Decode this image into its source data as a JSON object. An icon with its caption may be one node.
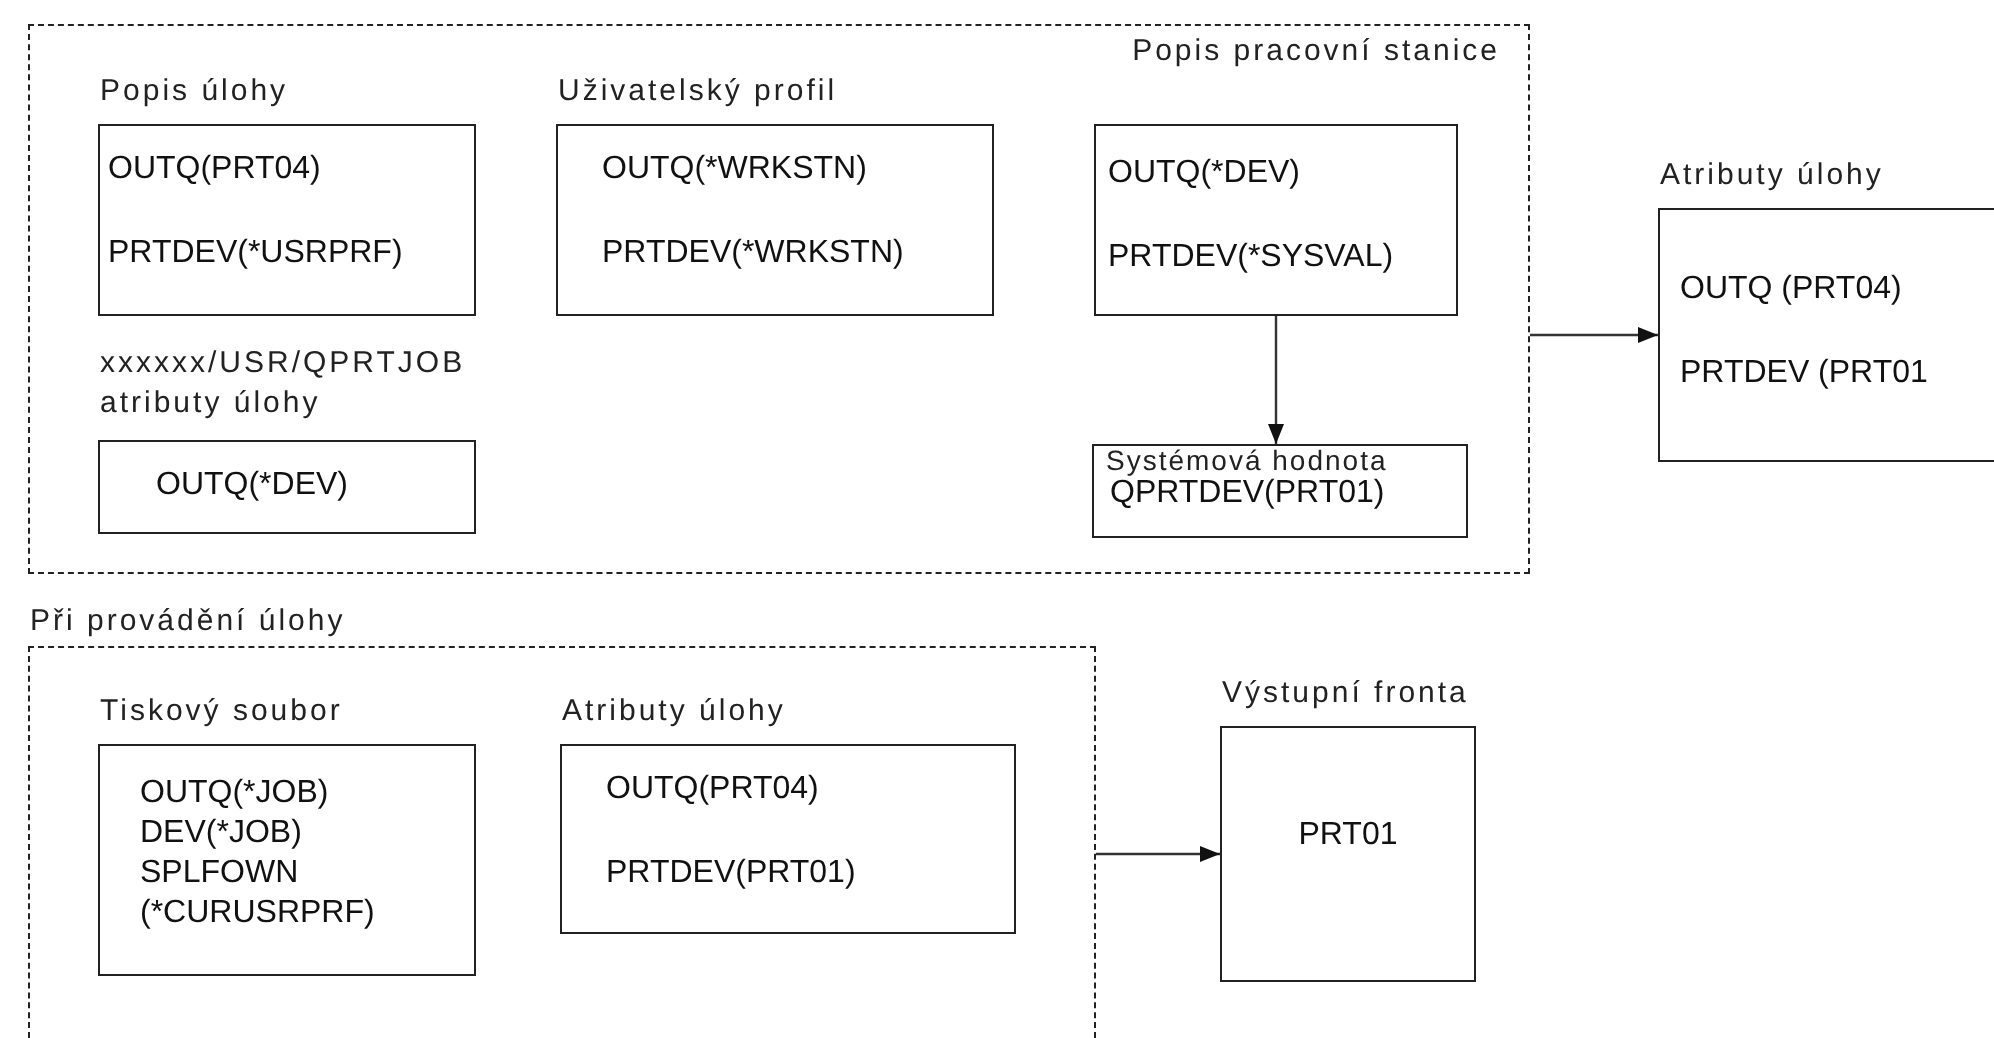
{
  "diagram": {
    "nodes": [
      {
        "text": [
          "Popis pracovní stanice"
        ]
      },
      {
        "text": [
          "Popis úlohy",
          "OUTQ(PRT04)",
          "PRTDEV(*USRPRF)"
        ],
        "in": 0
      },
      {
        "text": [
          "Uživatelský profil",
          "OUTQ(*WRKSTN)",
          "PRTDEV(*WRKSTN)"
        ],
        "in": 0
      },
      {
        "text": [
          "OUTQ(*DEV)",
          "PRTDEV(*SYSVAL)"
        ],
        "in": 0
      },
      {
        "text": [
          "xxxxxx/USR/QPRTJOB atributy úlohy",
          "OUTQ(*DEV)"
        ],
        "in": 0
      },
      {
        "text": [
          "Systémová hodnota",
          "QPRTDEV(PRT01)"
        ],
        "in": 0
      },
      {
        "text": [
          "Atributy úlohy",
          "OUTQ (PRT04)",
          "PRTDEV (PRT01"
        ]
      },
      {
        "text": [
          "Při provádění úlohy"
        ]
      },
      {
        "text": [
          "Tiskový soubor",
          "OUTQ(*JOB)",
          "DEV(*JOB)",
          "SPLFOWN (*CURUSRPRF)"
        ],
        "in": 7
      },
      {
        "text": [
          "Atributy úlohy",
          "OUTQ(PRT04)",
          "PRTDEV(PRT01)"
        ],
        "in": 7
      },
      {
        "text": [
          "Výstupní fronta",
          "PRT01"
        ]
      }
    ],
    "edges": [
      {
        "from": 3,
        "to": 5,
        "arrow": "to"
      },
      {
        "from": 0,
        "to": 6,
        "arrow": "to"
      },
      {
        "from": 7,
        "to": 10,
        "arrow": "to"
      }
    ]
  }
}
